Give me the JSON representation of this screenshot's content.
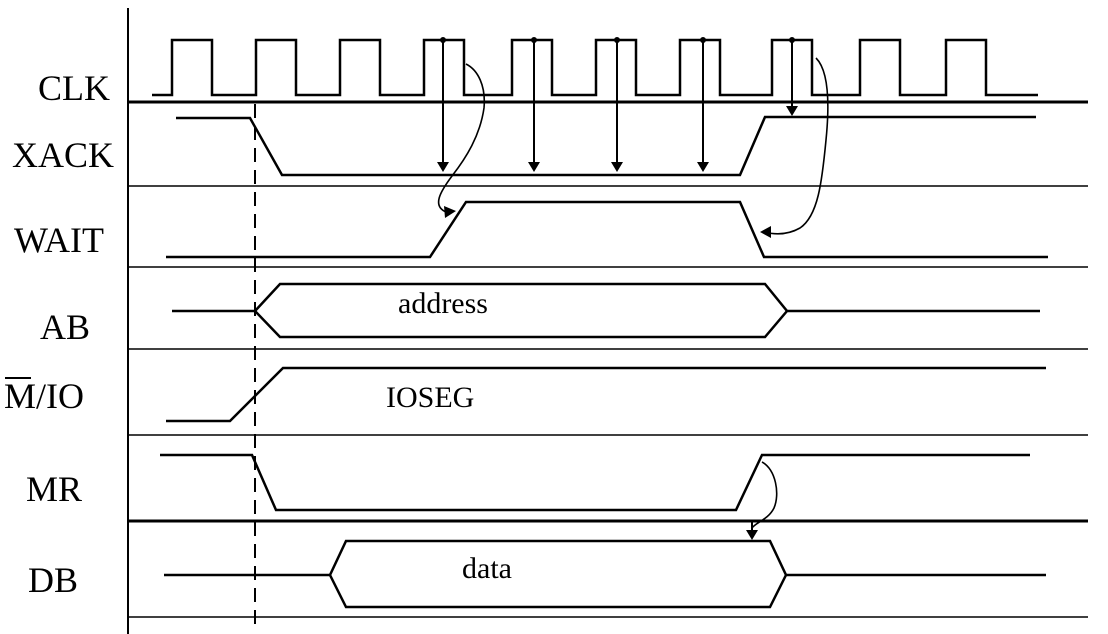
{
  "signals": {
    "clk": "CLK",
    "xack": "XACK",
    "wait": "WAIT",
    "ab": "AB",
    "mio_bar": "M",
    "mio_rest": "/IO",
    "mr": "MR",
    "db": "DB"
  },
  "bus_values": {
    "address": "address",
    "ioseg": "IOSEG",
    "data": "data"
  }
}
